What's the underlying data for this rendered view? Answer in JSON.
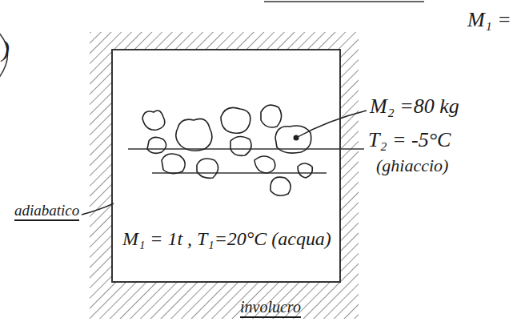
{
  "diagram": {
    "nodes": [
      {
        "text": [
          "M₁ = 1t , T₁=20°C (acqua)"
        ]
      }
    ],
    "labels": [
      ")",
      "M₁ =",
      "M₂ =80 kg",
      "T₂ = -5°C",
      "(ghiaccio)",
      "adiabatico",
      "involucro"
    ]
  }
}
